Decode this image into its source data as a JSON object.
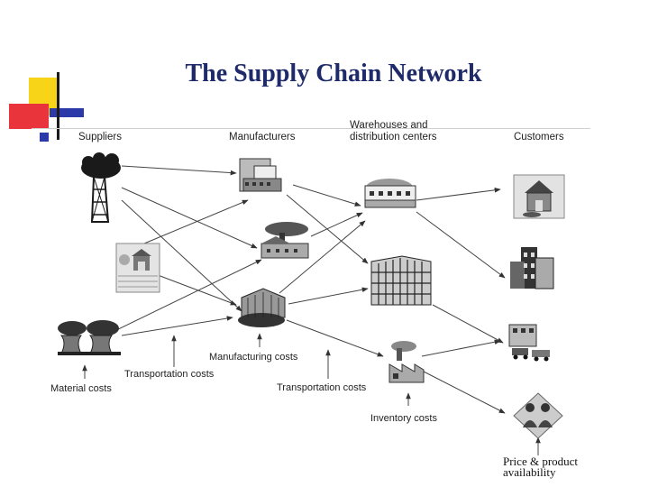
{
  "title": "The Supply Chain Network",
  "columns": {
    "suppliers": "Suppliers",
    "manufacturers": "Manufacturers",
    "warehouses": "Warehouses and distribution centers",
    "customers": "Customers"
  },
  "costs": {
    "manufacturing": "Manufacturing costs",
    "transportation_1": "Transportation costs",
    "material": "Material costs",
    "transportation_2": "Transportation costs",
    "inventory": "Inventory costs",
    "price": "Price & product availability"
  },
  "colors": {
    "title": "#1f2a6b",
    "deco_yellow": "#f7d417",
    "deco_red": "#e8343a",
    "deco_blue": "#2c39a8"
  }
}
